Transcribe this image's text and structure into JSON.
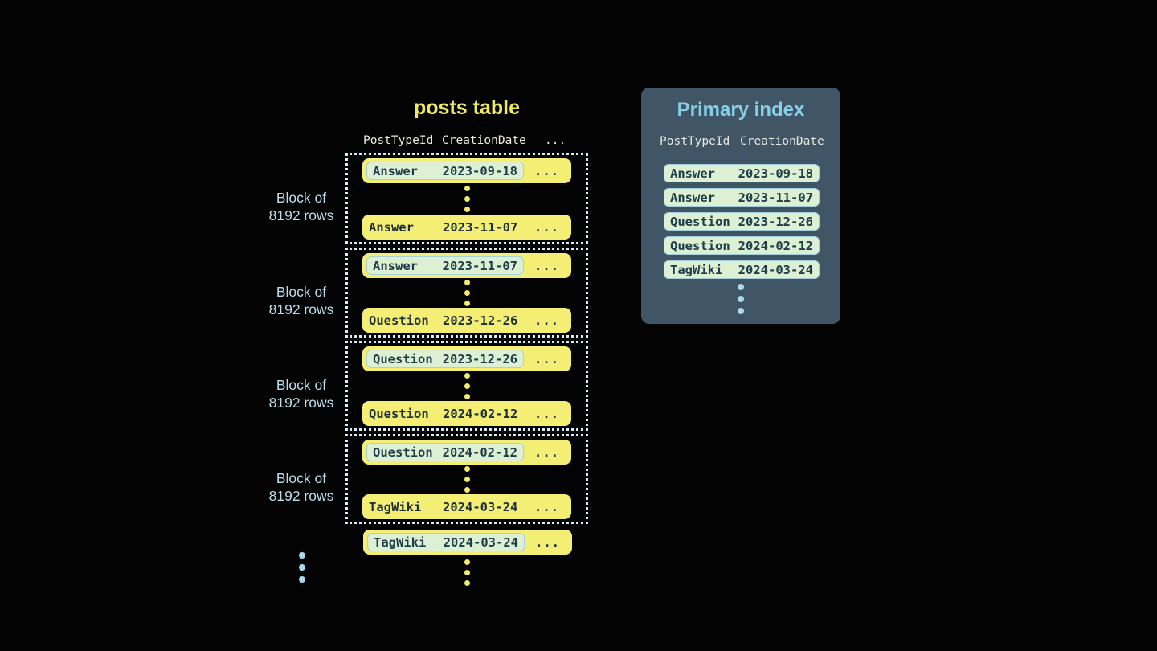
{
  "posts_table": {
    "title": "posts table",
    "header": {
      "col1": "PostTypeId",
      "col2": "CreationDate",
      "col3": "..."
    },
    "block_label": {
      "line1": "Block of",
      "line2": "8192 rows"
    },
    "ellipsis": "...",
    "blocks": [
      {
        "first": {
          "type": "Answer",
          "date": "2023-09-18"
        },
        "last": {
          "type": "Answer",
          "date": "2023-11-07"
        }
      },
      {
        "first": {
          "type": "Answer",
          "date": "2023-11-07"
        },
        "last": {
          "type": "Question",
          "date": "2023-12-26"
        }
      },
      {
        "first": {
          "type": "Question",
          "date": "2023-12-26"
        },
        "last": {
          "type": "Question",
          "date": "2024-02-12"
        }
      },
      {
        "first": {
          "type": "Question",
          "date": "2024-02-12"
        },
        "last": {
          "type": "TagWiki",
          "date": "2024-03-24"
        }
      }
    ],
    "overflow_row": {
      "type": "TagWiki",
      "date": "2024-03-24"
    }
  },
  "primary_index": {
    "title": "Primary index",
    "header": {
      "col1": "PostTypeId",
      "col2": "CreationDate"
    },
    "rows": [
      {
        "type": "Answer",
        "date": "2023-09-18"
      },
      {
        "type": "Answer",
        "date": "2023-11-07"
      },
      {
        "type": "Question",
        "date": "2023-12-26"
      },
      {
        "type": "Question",
        "date": "2024-02-12"
      },
      {
        "type": "TagWiki",
        "date": "2024-03-24"
      }
    ]
  },
  "colors": {
    "background": "#030303",
    "row_yellow": "#f4ef74",
    "highlight_mint": "#def0d3",
    "highlight_border": "#a6d2dc",
    "dark_text": "#1c2e36",
    "title_yellow": "#efe968",
    "label_blue": "#b9ddec",
    "index_title_blue": "#87d0e6",
    "panel_slate": "#405566",
    "header_cream": "#ece8dc",
    "dotted_border": "#d8eef6"
  }
}
